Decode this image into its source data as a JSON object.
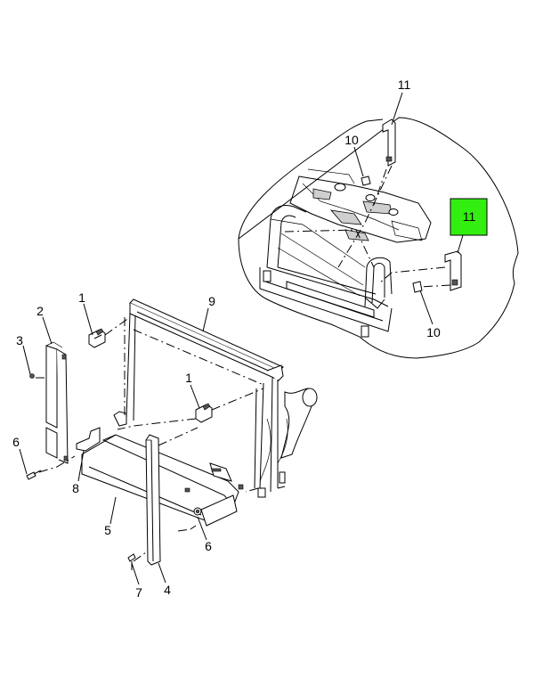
{
  "callouts": [
    {
      "id": "c1a",
      "text": "1"
    },
    {
      "id": "c2",
      "text": "2"
    },
    {
      "id": "c3",
      "text": "3"
    },
    {
      "id": "c9",
      "text": "9"
    },
    {
      "id": "c1b",
      "text": "1"
    },
    {
      "id": "c6a",
      "text": "6"
    },
    {
      "id": "c8",
      "text": "8"
    },
    {
      "id": "c5",
      "text": "5"
    },
    {
      "id": "c6b",
      "text": "6"
    },
    {
      "id": "c7",
      "text": "7"
    },
    {
      "id": "c4",
      "text": "4"
    },
    {
      "id": "c11a",
      "text": "11"
    },
    {
      "id": "c10a",
      "text": "10"
    },
    {
      "id": "c11b",
      "text": "11"
    },
    {
      "id": "c10b",
      "text": "10"
    }
  ],
  "highlight": {
    "callout": "11",
    "color": "#33ee11"
  },
  "colors": {
    "line": "#000000",
    "background": "#ffffff"
  }
}
